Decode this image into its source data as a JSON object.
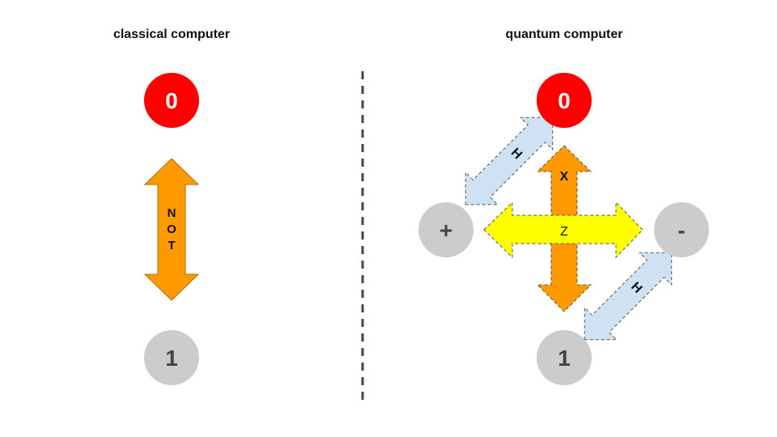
{
  "left_panel": {
    "title": "classical computer",
    "states": [
      {
        "label": "0",
        "color": "#ff0000",
        "text_color": "#ffffff"
      },
      {
        "label": "1",
        "color": "#cccccc",
        "text_color": "#434343"
      }
    ],
    "gate": {
      "label_letters": [
        "N",
        "O",
        "T"
      ],
      "color": "#ff9900"
    }
  },
  "right_panel": {
    "title": "quantum computer",
    "states": [
      {
        "label": "0",
        "color": "#ff0000",
        "text_color": "#ffffff"
      },
      {
        "label": "1",
        "color": "#cccccc",
        "text_color": "#434343"
      },
      {
        "label": "+",
        "color": "#cccccc",
        "text_color": "#434343"
      },
      {
        "label": "-",
        "color": "#cccccc",
        "text_color": "#434343"
      }
    ],
    "gates": [
      {
        "label": "X",
        "color": "#ff9900",
        "connects": [
          "0",
          "1"
        ]
      },
      {
        "label": "Z",
        "color": "#ffff00",
        "connects": [
          "+",
          "-"
        ]
      },
      {
        "label": "H",
        "color": "#cfe2f3",
        "connects": [
          "0",
          "+"
        ]
      },
      {
        "label": "H",
        "color": "#cfe2f3",
        "connects": [
          "1",
          "-"
        ]
      }
    ]
  }
}
